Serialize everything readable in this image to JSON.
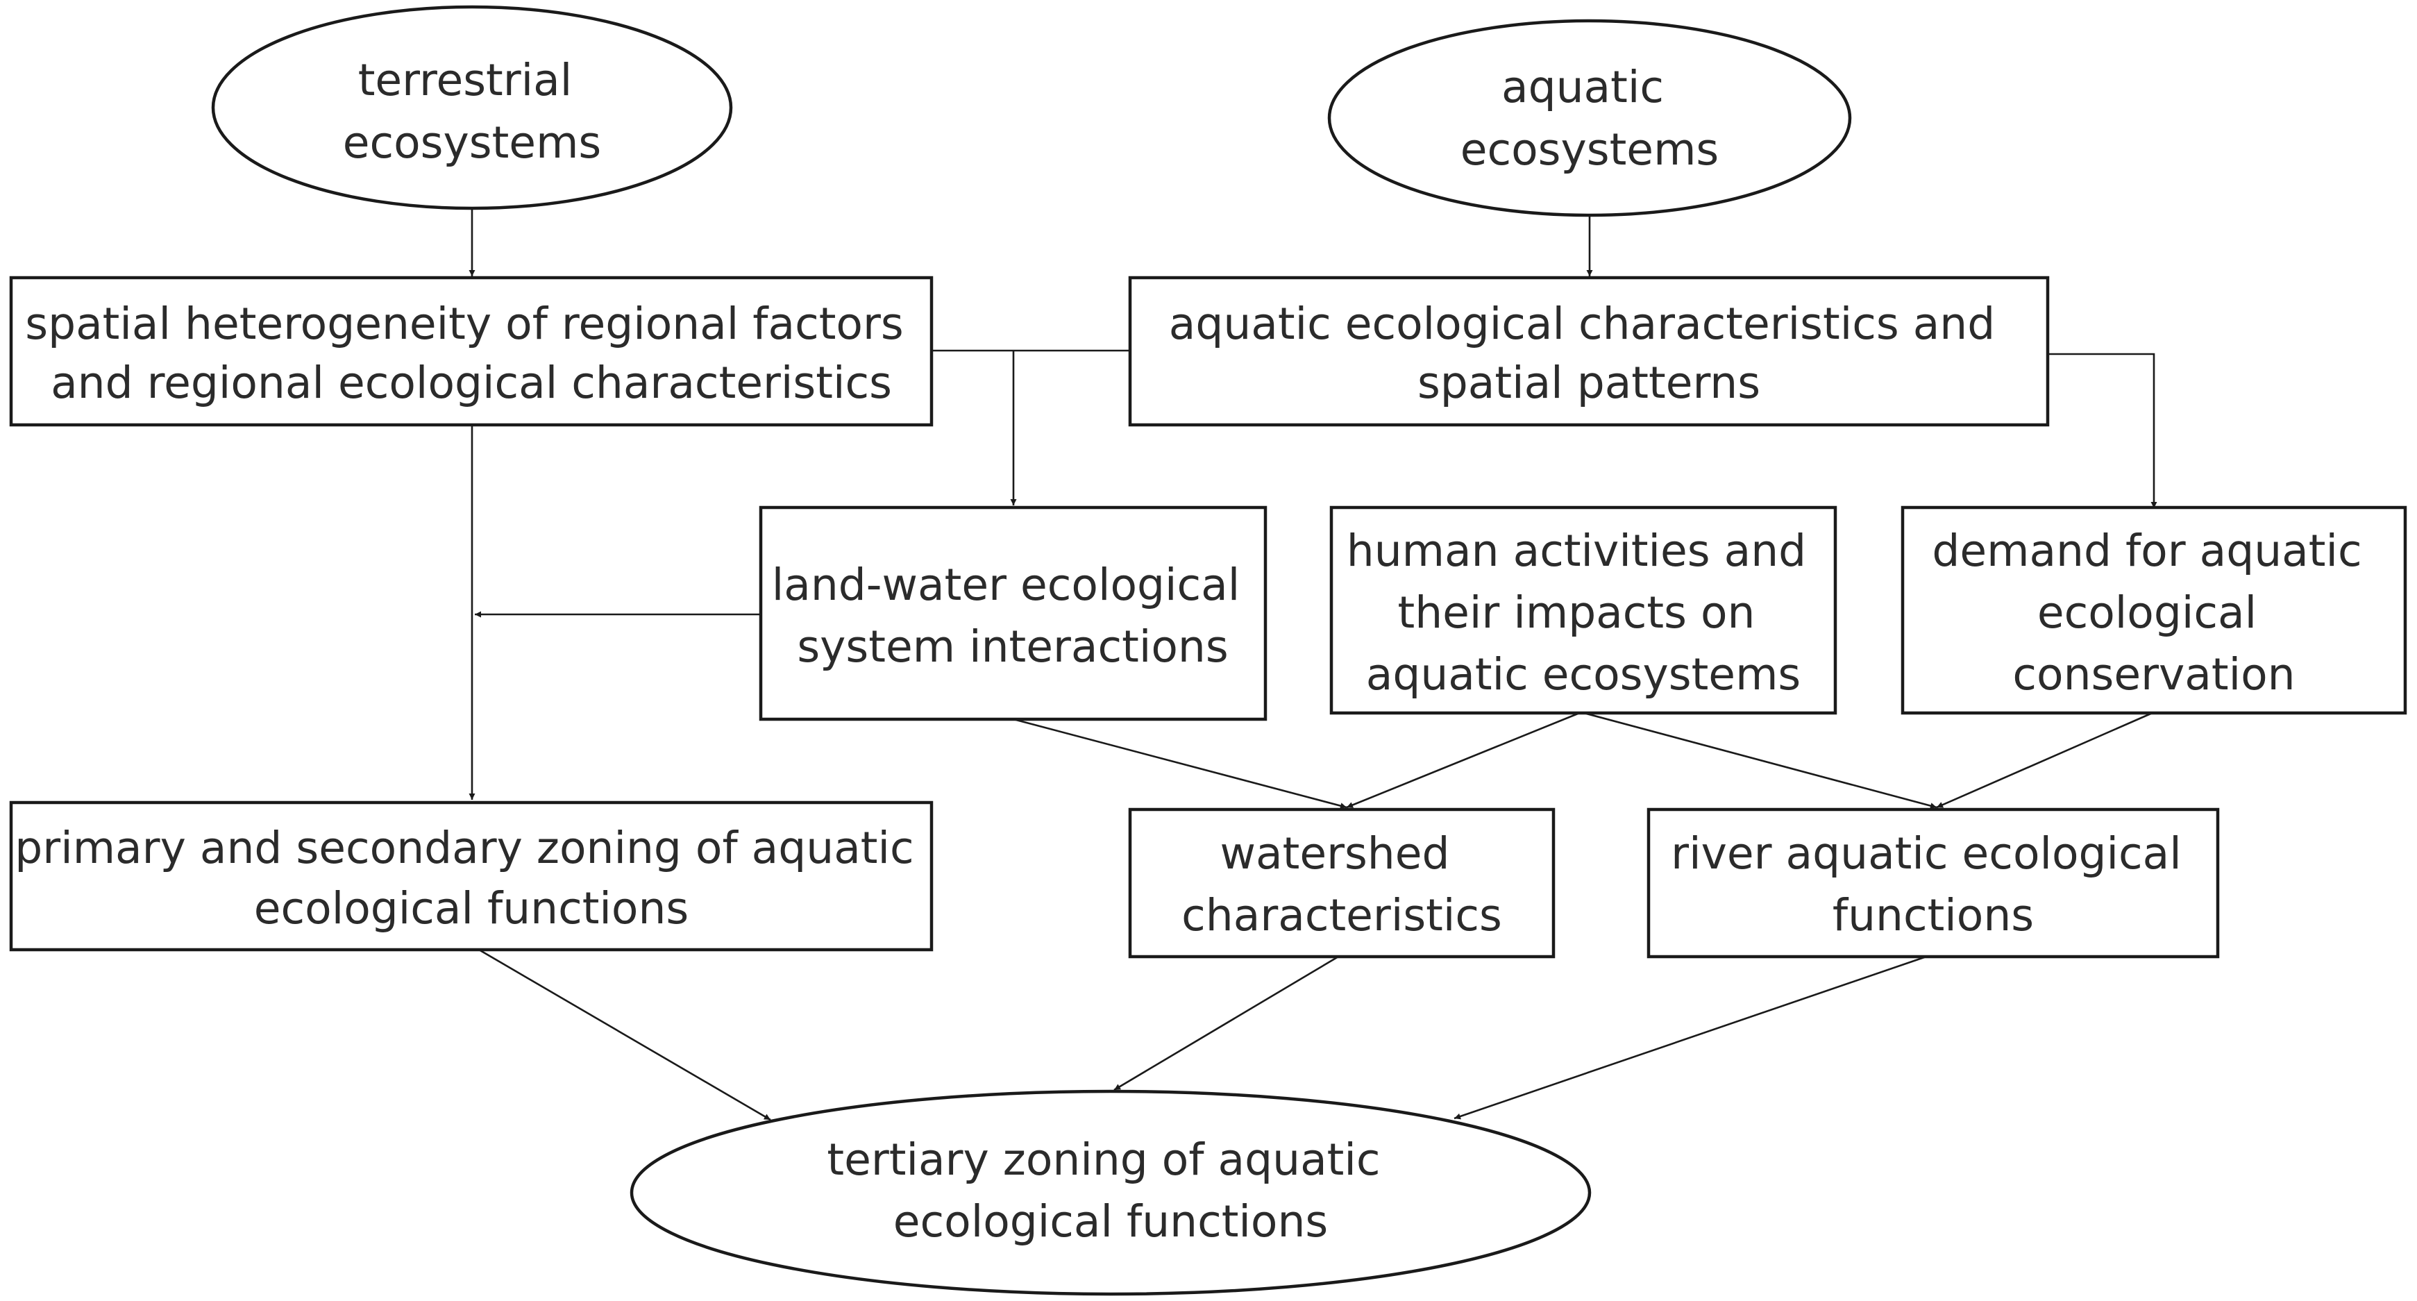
{
  "nodes": {
    "terrestrial": {
      "lines": [
        "terrestrial",
        "ecosystems"
      ]
    },
    "aquatic": {
      "lines": [
        "aquatic",
        "ecosystems"
      ]
    },
    "spatial": {
      "lines": [
        "spatial heterogeneity of regional factors",
        "and regional ecological characteristics"
      ]
    },
    "aquatic_char": {
      "lines": [
        "aquatic ecological characteristics and",
        "spatial patterns"
      ]
    },
    "land_water": {
      "lines": [
        "land-water ecological",
        "system interactions"
      ]
    },
    "human": {
      "lines": [
        "human activities and",
        "their impacts on",
        "aquatic ecosystems"
      ]
    },
    "demand": {
      "lines": [
        "demand for aquatic",
        "ecological",
        "conservation"
      ]
    },
    "primary": {
      "lines": [
        "primary and secondary zoning of aquatic",
        "ecological functions"
      ]
    },
    "watershed": {
      "lines": [
        "watershed",
        "characteristics"
      ]
    },
    "river": {
      "lines": [
        "river aquatic ecological",
        "functions"
      ]
    },
    "tertiary": {
      "lines": [
        "tertiary zoning of aquatic",
        "ecological functions"
      ]
    }
  },
  "colors": {
    "stroke": "#1a1a1a",
    "text": "#2b2b2b",
    "background": "#ffffff"
  }
}
